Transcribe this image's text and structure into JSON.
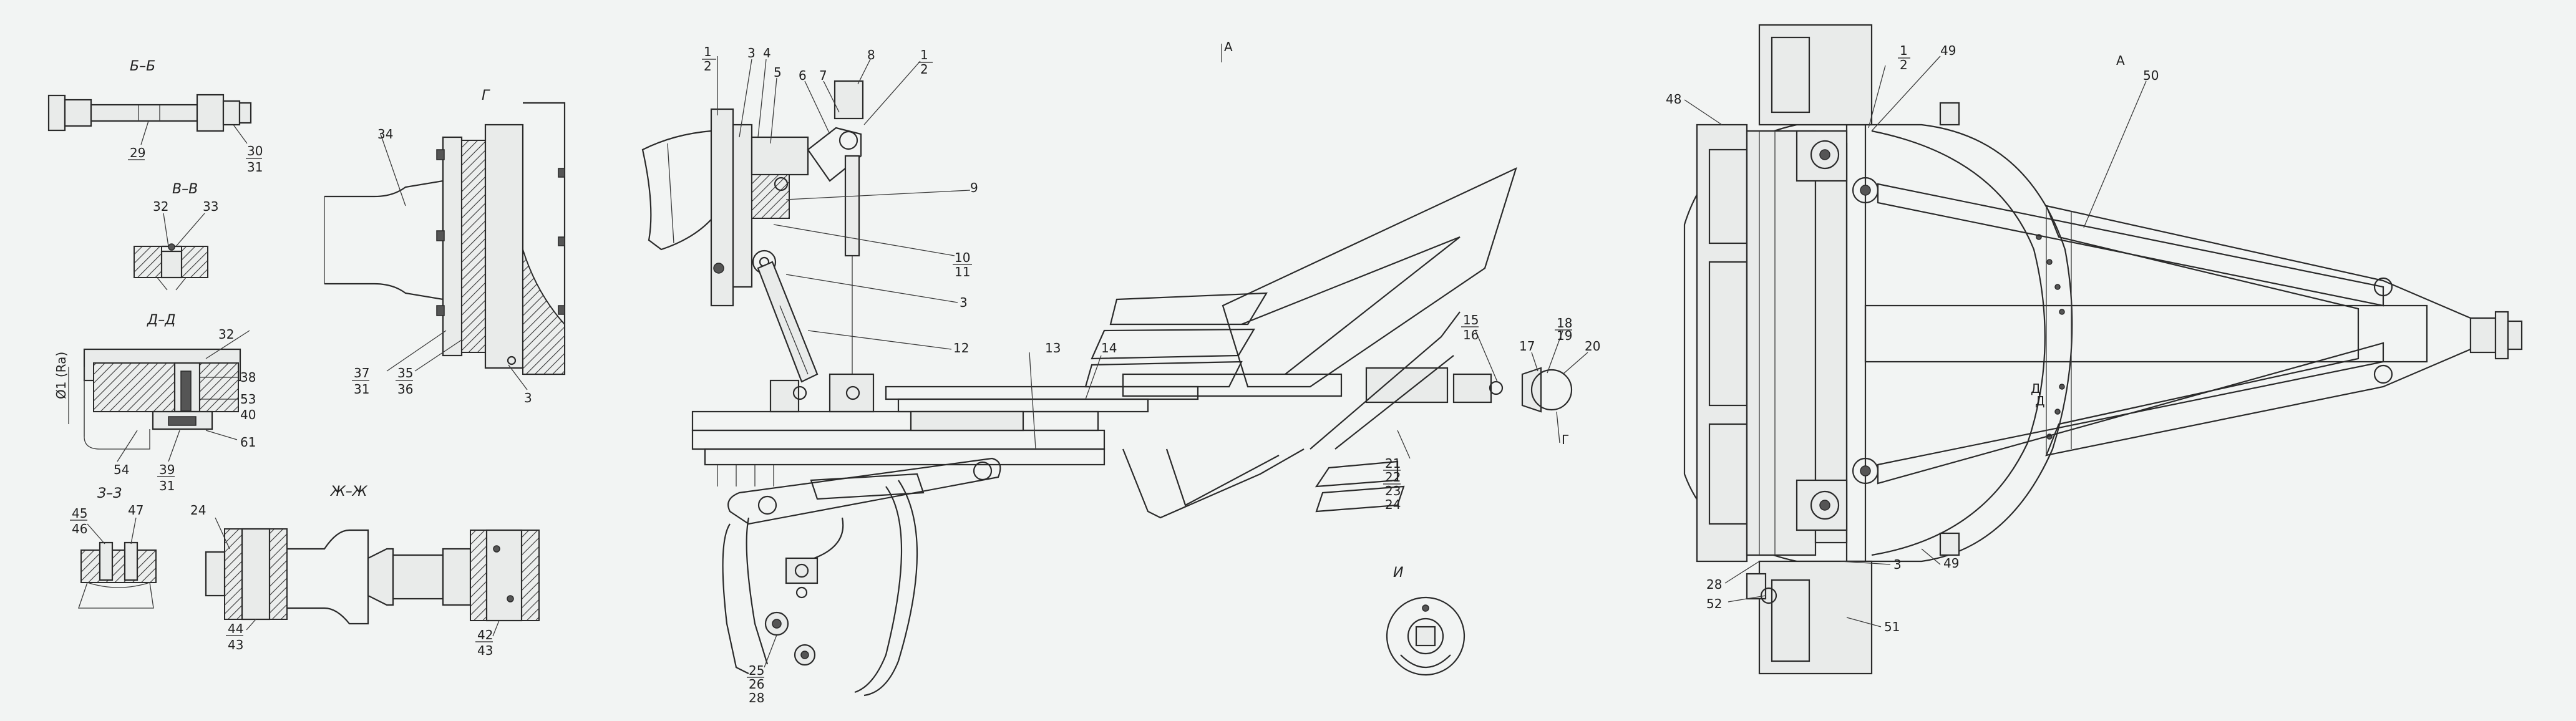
{
  "section_titles": {
    "bb": "Б–Б",
    "vv": "В–В",
    "dd": "Д–Д",
    "zz": "З–З",
    "zhzh": "Ж–Ж",
    "g": "Г",
    "i": "И",
    "a_top": "А",
    "a_right": "А",
    "d_mark_1": "Д",
    "d_mark_2": "Д",
    "g_mark": "Г"
  },
  "dimension": "Ø1 (Ra)",
  "labels": {
    "l29": "29",
    "l30": "30",
    "l31a": "31",
    "l32a": "32",
    "l33": "33",
    "l32b": "32",
    "l38": "38",
    "l53": "53",
    "l40": "40",
    "l61": "61",
    "l54": "54",
    "l39": "39",
    "l31b": "31",
    "l45": "45",
    "l46": "46",
    "l47": "47",
    "l24": "24",
    "l44": "44",
    "l43a": "43",
    "l42": "42",
    "l43b": "43",
    "l34": "34",
    "l37": "37",
    "l31c": "31",
    "l35": "35",
    "l36": "36",
    "l3a": "3",
    "c1a": "1",
    "c2a": "2",
    "c3": "3",
    "c4": "4",
    "c5": "5",
    "c6": "6",
    "c7": "7",
    "c8": "8",
    "c1b": "1",
    "c2b": "2",
    "c9": "9",
    "c10": "10",
    "c11": "11",
    "c3b": "3",
    "c12": "12",
    "c13": "13",
    "c14": "14",
    "c15": "15",
    "c16": "16",
    "c17": "17",
    "c18": "18",
    "c19": "19",
    "c20": "20",
    "c21": "21",
    "c22": "22",
    "c23": "23",
    "c24": "24",
    "c25": "25",
    "c26": "26",
    "c28": "28",
    "r1": "1",
    "r2": "2",
    "r49a": "49",
    "r48": "48",
    "r50": "50",
    "r3": "3",
    "r49b": "49",
    "r28": "28",
    "r52": "52",
    "r51": "51"
  }
}
